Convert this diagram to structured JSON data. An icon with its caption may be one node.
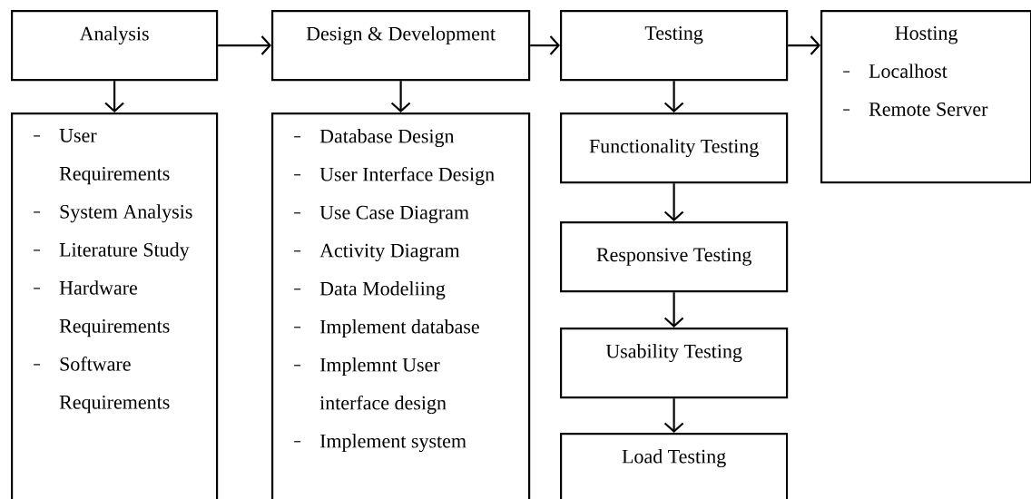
{
  "diagram": {
    "nodes": [
      {
        "text": [
          "Analysis"
        ]
      },
      {
        "text": [
          "Design & Development"
        ]
      },
      {
        "text": [
          "Testing"
        ]
      },
      {
        "text": [
          "Hosting",
          "Localhost",
          "Remote Server"
        ]
      },
      {
        "text": [
          "User Requirements",
          "System Analysis",
          "Literature Study",
          "Hardware Requirements",
          "Software Requirements"
        ]
      },
      {
        "text": [
          "Database Design",
          "User Interface Design",
          "Use Case Diagram",
          "Activity Diagram",
          "Data Modeliing",
          "Implement database",
          "Implemnt User interface design",
          "Implement system"
        ]
      },
      {
        "text": [
          "Functionality Testing"
        ]
      },
      {
        "text": [
          "Responsive Testing"
        ]
      },
      {
        "text": [
          "Usability Testing"
        ]
      },
      {
        "text": [
          "Load Testing"
        ]
      }
    ],
    "edges": [
      {
        "from": 0,
        "to": 1,
        "arrow": "to"
      },
      {
        "from": 1,
        "to": 2,
        "arrow": "to"
      },
      {
        "from": 2,
        "to": 3,
        "arrow": "to"
      },
      {
        "from": 0,
        "to": 4,
        "arrow": "to"
      },
      {
        "from": 1,
        "to": 5,
        "arrow": "to"
      },
      {
        "from": 2,
        "to": 6,
        "arrow": "to"
      },
      {
        "from": 6,
        "to": 7,
        "arrow": "to"
      },
      {
        "from": 7,
        "to": 8,
        "arrow": "to"
      },
      {
        "from": 8,
        "to": 9,
        "arrow": "to"
      }
    ]
  }
}
